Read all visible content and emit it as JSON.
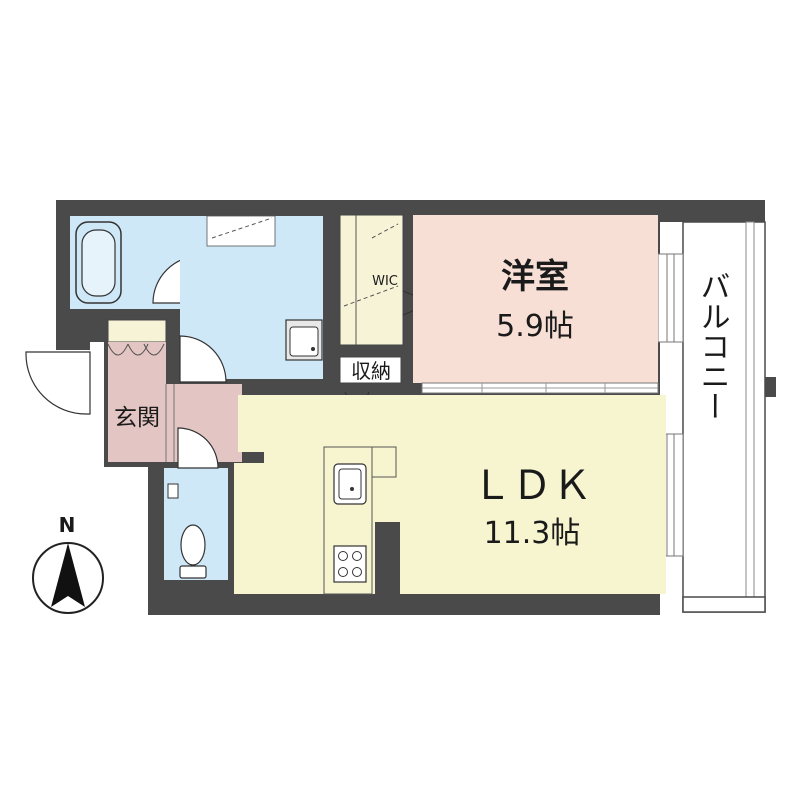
{
  "rooms": {
    "western_room": {
      "name": "洋室",
      "size": "5.9帖"
    },
    "ldk": {
      "name": "ＬＤＫ",
      "size": "11.3帖"
    },
    "entrance": {
      "name": "玄関"
    },
    "storage": {
      "name": "収納"
    },
    "wic": {
      "name": "WIC"
    },
    "balcony": {
      "name": "バルコニー"
    }
  },
  "compass": {
    "label": "N"
  },
  "colors": {
    "wall": "#4a4a4a",
    "western_room": "#f7dfd6",
    "ldk": "#f7f5cf",
    "wet_area": "#cfe8f8",
    "entrance": "#e3c6c3",
    "closet": "#f6f3d7",
    "balcony": "#ffffff"
  }
}
